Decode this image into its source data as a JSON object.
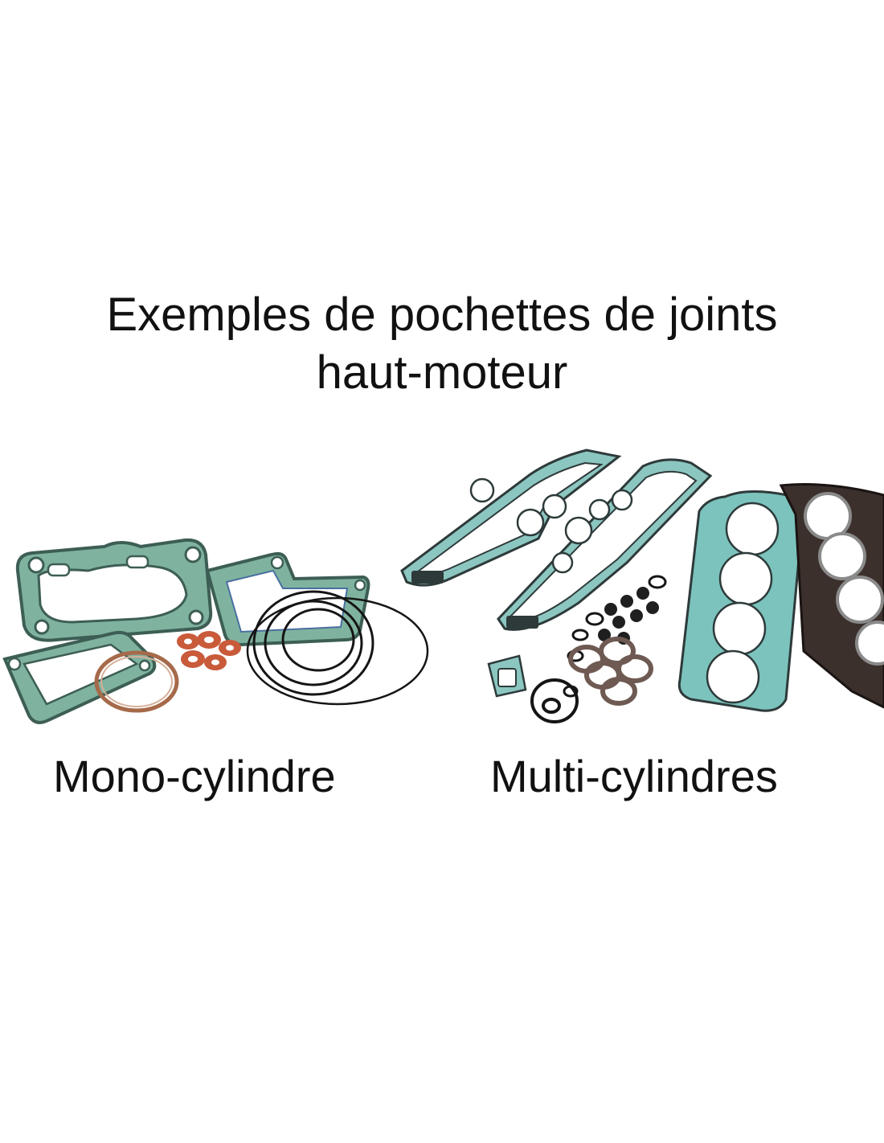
{
  "heading": {
    "line1": "Exemples de pochettes de joints",
    "line2": "haut-moteur"
  },
  "captions": {
    "left": "Mono-cylindre",
    "right": "Multi-cylindres"
  },
  "colors": {
    "gasket_green": "#5f9c8a",
    "gasket_teal": "#6fb5ad",
    "gasket_dark": "#2e3a3a",
    "seal_orange": "#c95a3a",
    "ring_black": "#151515",
    "head_gasket_dark": "#3b302c",
    "text": "#111111",
    "background": "#ffffff"
  }
}
